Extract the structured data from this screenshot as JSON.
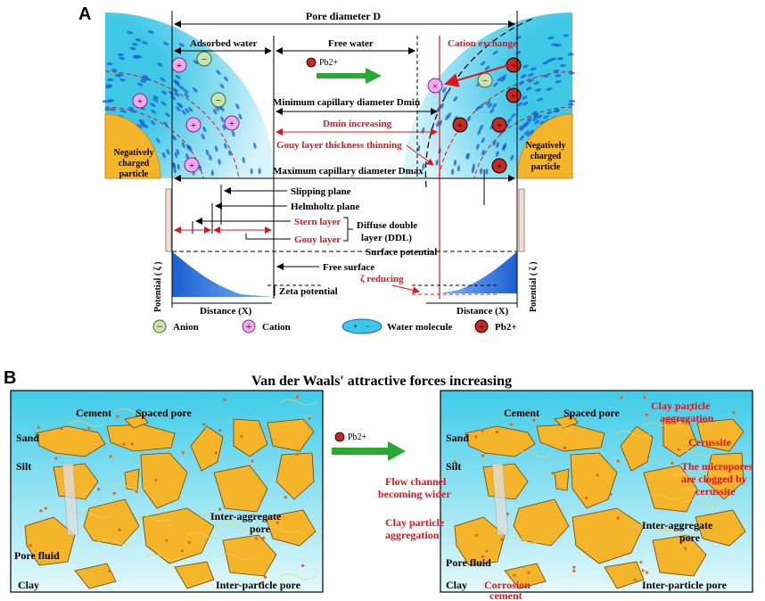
{
  "panel_a": {
    "label": "A",
    "pore_diameter": "Pore diameter D",
    "adsorbed_water": "Adsorbed water",
    "free_water": "Free water",
    "pb_ion": "Pb2+",
    "cation_exchange": "Cation exchange",
    "min_cap": "Minimum capillary diameter Dmin",
    "dmin_increasing": "Dmin increasing",
    "gouy_thinning": "Gouy layer thickness thinning",
    "max_cap": "Maximum capillary diameter Dmax",
    "neg_particle_left": [
      "Negatively",
      "charged",
      "particle"
    ],
    "neg_particle_right": [
      "Negatively",
      "charged",
      "particle"
    ],
    "slipping_plane": "Slipping plane",
    "helmholtz_plane": "Helmholtz plane",
    "stern_layer": "Stern layer",
    "gouy_layer": "Gouy layer",
    "ddl": [
      "Diffuse double",
      "layer (DDL)"
    ],
    "surface_potential": "Surface potential",
    "free_surface": "Free surface",
    "zeta_potential": "Zeta potential",
    "zeta_reducing": "ζ reducing",
    "potential_left": "Potential ( ζ )",
    "potential_right": "Potential ( ζ )",
    "distance_left": "Distance (X)",
    "distance_right": "Distance (X)"
  },
  "legend": {
    "anion": "Anion",
    "cation": "Cation",
    "water": "Water molecule",
    "pb": "Pb2+"
  },
  "panel_b": {
    "label": "B",
    "title": "Van der Waals' attractive forces increasing",
    "arrow_label": "Pb2+",
    "left": {
      "cement": "Cement",
      "spaced_pore": "Spaced pore",
      "sand": "Sand",
      "silt": "Silt",
      "inter_aggregate": [
        "Inter-aggregate",
        "pore"
      ],
      "pore_fluid": "Pore fluid",
      "clay": "Clay",
      "inter_particle": "Inter-particle pore"
    },
    "right": {
      "cement": "Cement",
      "spaced_pore": "Spaced pore",
      "sand": "Sand",
      "silt": "Silt",
      "clay_agg_top": [
        "Clay particle",
        "aggregation"
      ],
      "cerussite": "Cerussite",
      "flow_channel": [
        "Flow channel",
        "becoming wider"
      ],
      "micropores": [
        "The micropores",
        "are clogged by",
        "cerussite"
      ],
      "clay_agg": [
        "Clay particle",
        "aggregation"
      ],
      "inter_aggregate": [
        "Inter-aggregate",
        "pore"
      ],
      "pore_fluid": "Pore fluid",
      "clay": "Clay",
      "corrosion": [
        "Corrosion",
        "cement"
      ],
      "inter_particle": "Inter-particle pore"
    }
  },
  "colors": {
    "red": "#e0141e",
    "particle": "#f5b52a",
    "water_bg": "#3fc7e6",
    "cation": "#f3a8f0",
    "anion": "#c9e4b0",
    "pb": "#c8281e",
    "arrow_green": "#29a834"
  }
}
